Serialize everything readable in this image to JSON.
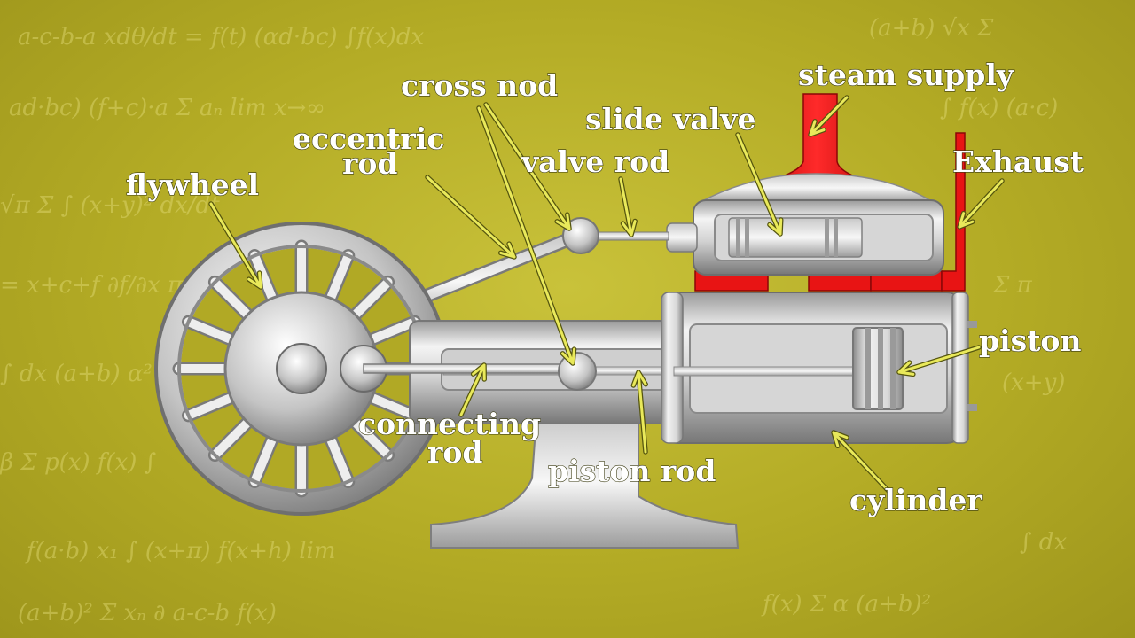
{
  "labels": {
    "steam_supply": "steam supply",
    "cross_nod": "cross nod",
    "slide_valve": "slide valve",
    "eccentric_line1": "eccentric",
    "eccentric_line2": "rod",
    "valve_rod": "valve rod",
    "exhaust": "Exhaust",
    "flywheel": "flywheel",
    "piston": "piston",
    "connecting_line1": "connecting",
    "connecting_line2": "rod",
    "piston_rod": "piston rod",
    "cylinder": "cylinder"
  },
  "colors": {
    "background": "#b8b02a",
    "metal_light": "#f2f2f2",
    "metal_mid": "#b9b9b9",
    "metal_dark": "#6e6e6e",
    "steam_pipe": "#e81414",
    "arrow": "#e9e95a",
    "label": "#ffffff"
  }
}
